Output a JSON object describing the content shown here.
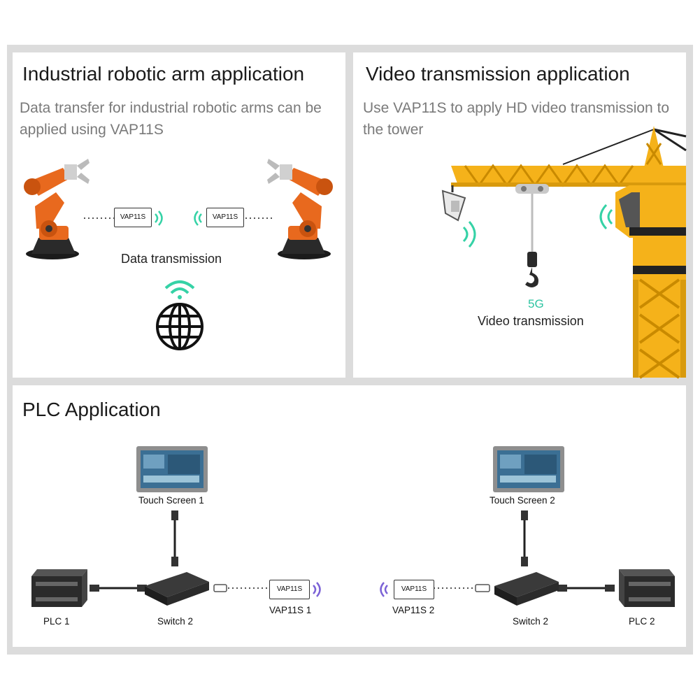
{
  "panel_robotic": {
    "title": "Industrial robotic arm application",
    "description": "Data transfer for industrial robotic arms can be applied using VAP11S",
    "device_left": "VAP11S",
    "device_right": "VAP11S",
    "caption": "Data transmission"
  },
  "panel_video": {
    "title": "Video transmission application",
    "description": "Use VAP11S to apply HD video transmission to the tower",
    "badge": "5G",
    "caption": "Video transmission"
  },
  "panel_plc": {
    "title": "PLC Application",
    "touch_screen_1": "Touch Screen 1",
    "touch_screen_2": "Touch Screen 2",
    "plc_1": "PLC 1",
    "plc_2": "PLC 2",
    "switch_left": "Switch 2",
    "switch_right": "Switch 2",
    "device_left_box": "VAP11S",
    "device_right_box": "VAP11S",
    "device_left_label": "VAP11S 1",
    "device_right_label": "VAP11S 2"
  },
  "colors": {
    "robot_orange": "#e8691e",
    "crane_yellow": "#f5b21a",
    "wifi_green": "#35d2a6",
    "wifi_purple": "#7b62d6"
  }
}
